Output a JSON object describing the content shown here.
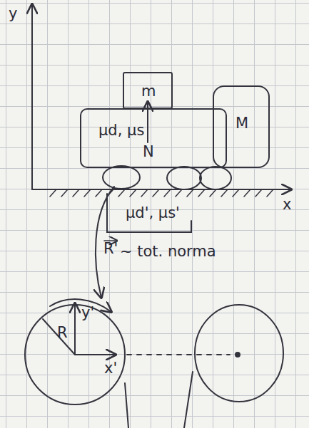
{
  "diagram": {
    "nodes": [
      {
        "text": [
          "m"
        ]
      },
      {
        "text": [
          "μd, μs",
          "N"
        ]
      },
      {
        "text": [
          "M"
        ]
      }
    ],
    "labels": [
      "y",
      "x",
      "μd', μs'",
      "R'",
      "~ tot. norma",
      "y'",
      "x'",
      "R"
    ]
  }
}
